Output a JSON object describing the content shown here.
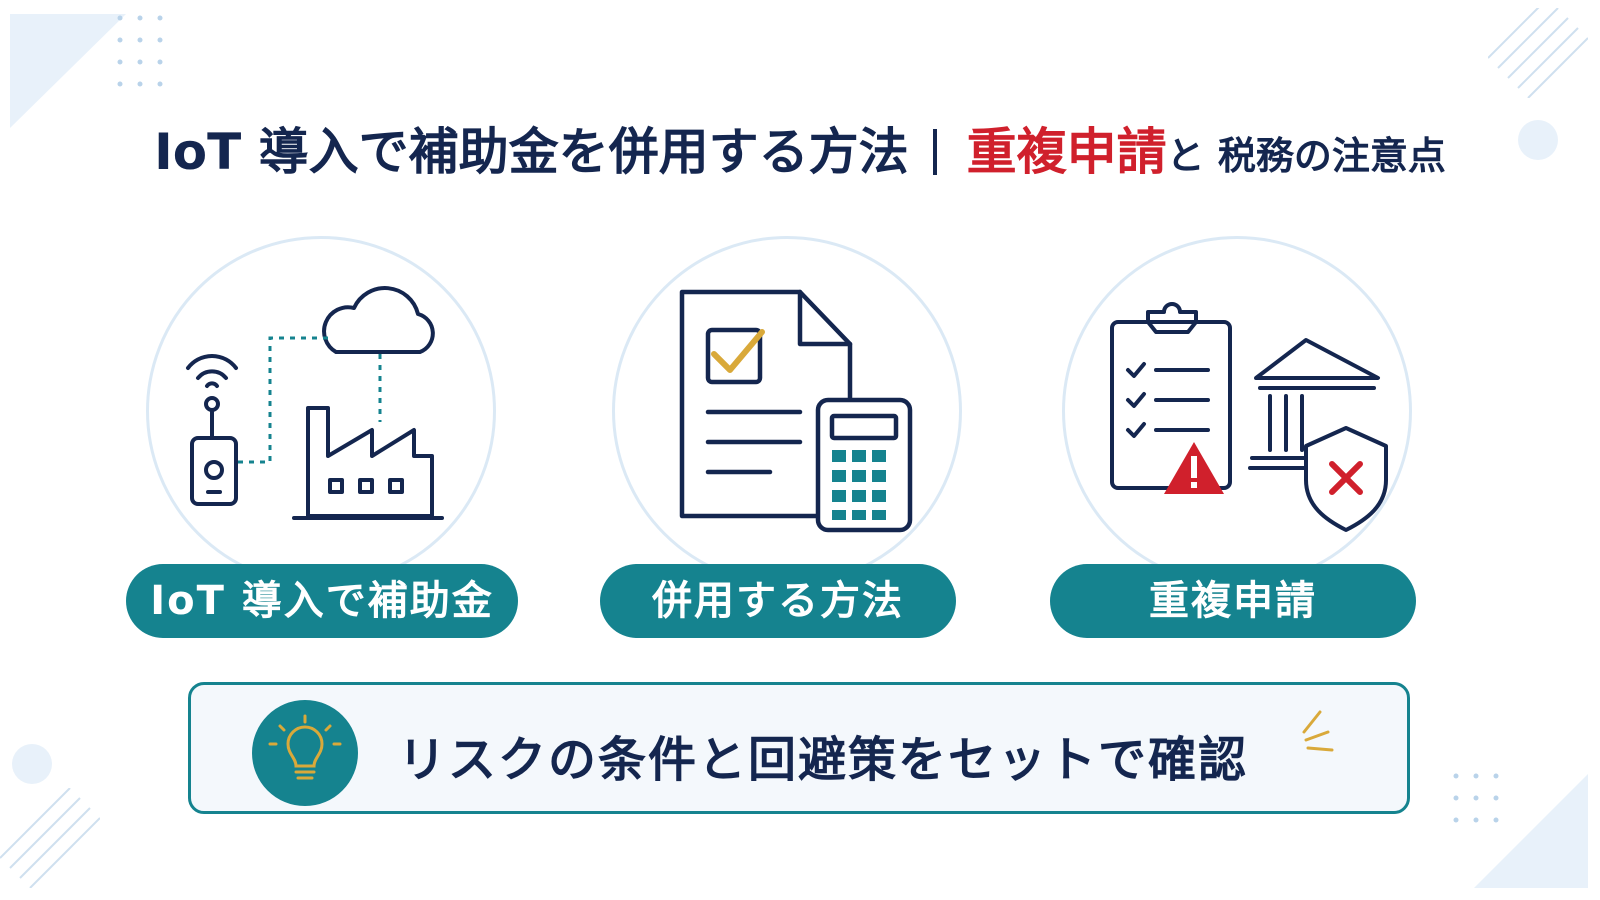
{
  "title": {
    "part1": "IoT 導入で補助金を併用する方法",
    "highlight": "重複申請",
    "part2": "と 税務の注意点"
  },
  "cards": [
    {
      "label": "IoT 導入で補助金",
      "icon": "iot-factory-cloud-icon"
    },
    {
      "label": "併用する方法",
      "icon": "document-calculator-icon"
    },
    {
      "label": "重複申請",
      "icon": "clipboard-warning-bank-shield-icon"
    }
  ],
  "tip": {
    "text": "リスクの条件と回避策をセットで確認",
    "icon": "lightbulb-icon"
  },
  "colors": {
    "navy": "#14264f",
    "teal": "#15838f",
    "red": "#d0202c",
    "gold": "#d9a93a",
    "light_blue": "#dbe9f5"
  }
}
